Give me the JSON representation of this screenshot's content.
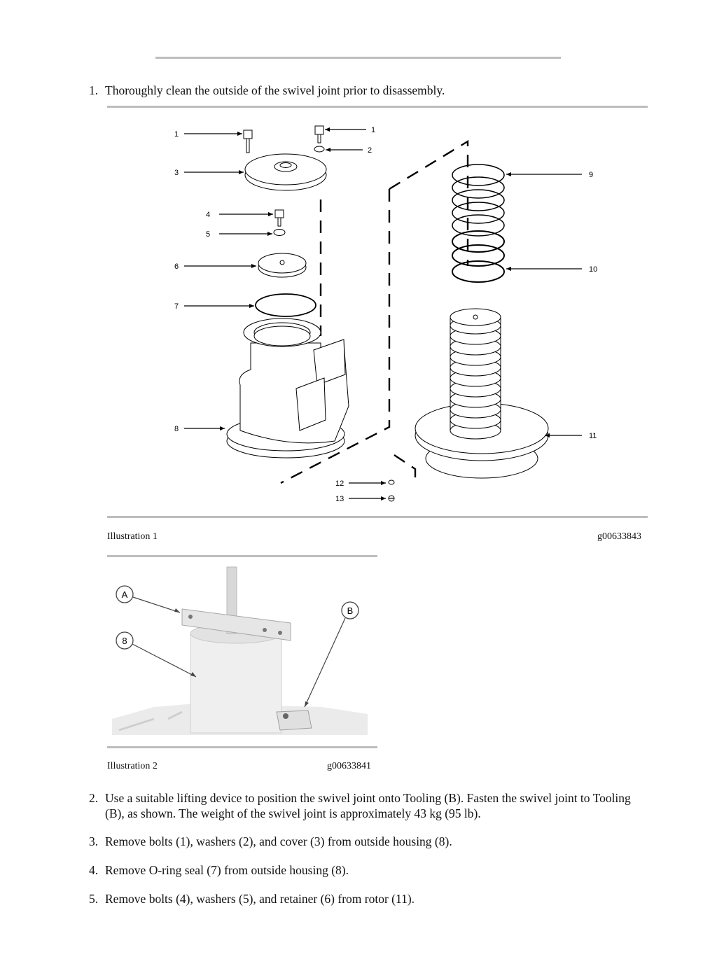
{
  "steps": [
    {
      "num": "1.",
      "text": "Thoroughly clean the outside of the swivel joint prior to disassembly."
    },
    {
      "num": "2.",
      "text": "Use a suitable lifting device to position the swivel joint onto Tooling (B). Fasten the swivel joint to Tooling (B), as shown. The weight of the swivel joint is approximately 43 kg (95 lb)."
    },
    {
      "num": "3.",
      "text": "Remove bolts (1), washers (2), and cover (3) from outside housing (8)."
    },
    {
      "num": "4.",
      "text": "Remove O-ring seal (7) from outside housing (8)."
    },
    {
      "num": "5.",
      "text": "Remove bolts (4), washers (5), and retainer (6) from rotor (11)."
    }
  ],
  "illustration1": {
    "caption": "Illustration 1",
    "id": "g00633843",
    "callouts": [
      "1",
      "1",
      "2",
      "3",
      "9",
      "4",
      "5",
      "6",
      "10",
      "7",
      "8",
      "11",
      "12",
      "13"
    ]
  },
  "illustration2": {
    "caption": "Illustration 2",
    "id": "g00633841",
    "callouts": [
      "A",
      "B",
      "8"
    ]
  }
}
